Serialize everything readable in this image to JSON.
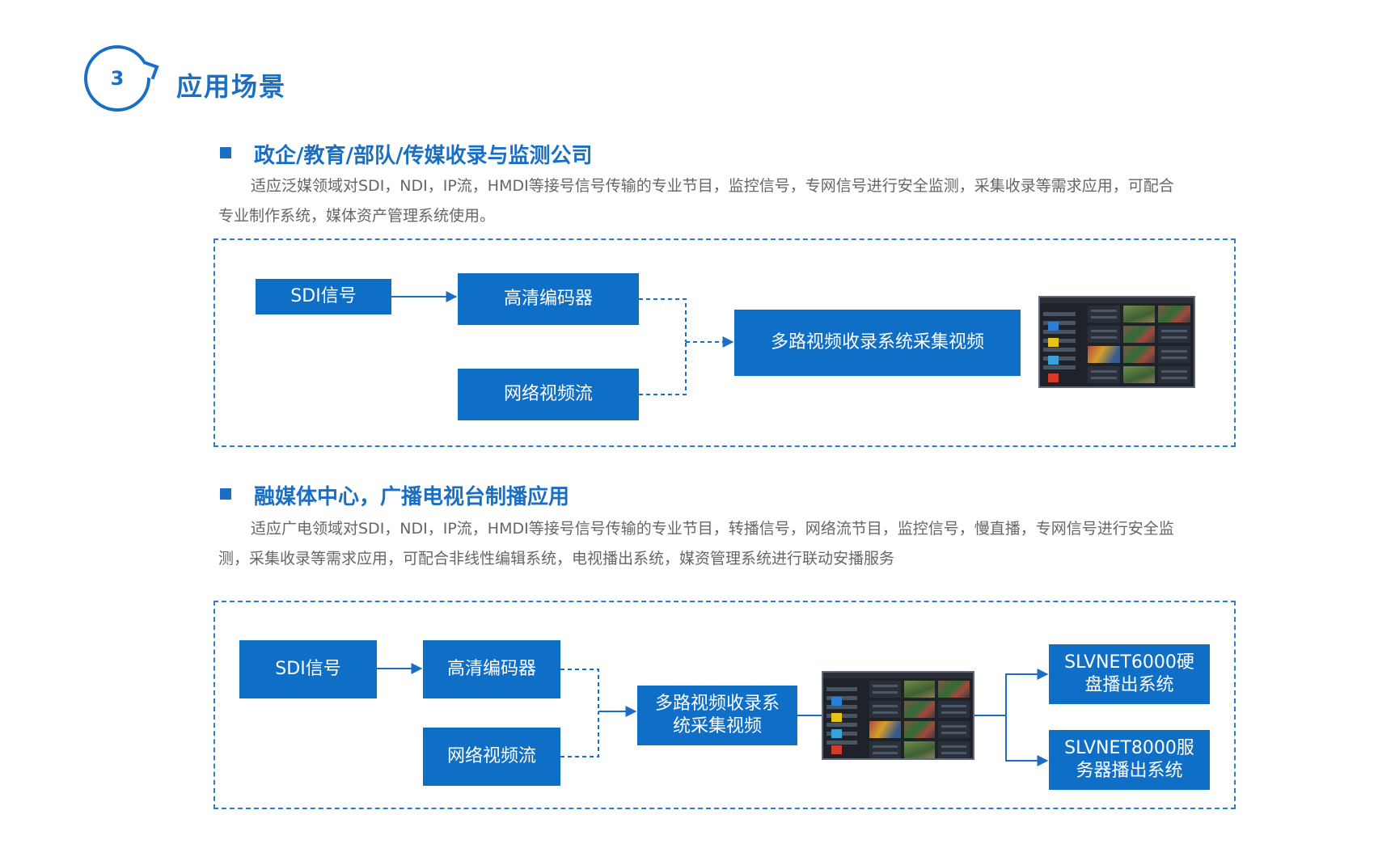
{
  "header": {
    "number": "3",
    "title": "应用场景"
  },
  "section1": {
    "title": "政企/教育/部队/传媒收录与监测公司",
    "desc_line1": "适应泛媒领域对SDI，NDI，IP流，HMDI等接号信号传输的专业节目，监控信号，专网信号进行安全监测，采集收录等需求应用，可配合",
    "desc_line2": "专业制作系统，媒体资产管理系统使用。",
    "diagram": {
      "sdi": "SDI信号",
      "encoder": "高清编码器",
      "stream": "网络视频流",
      "system": "多路视频收录系统采集视频"
    }
  },
  "section2": {
    "title": "融媒体中心，广播电视台制播应用",
    "desc_line1": "适应广电领域对SDI，NDI，IP流，HMDI等接号信号传输的专业节目，转播信号，网络流节目，监控信号，慢直播，专网信号进行安全监",
    "desc_line2": "测，采集收录等需求应用，可配合非线性编辑系统，电视播出系统，媒资管理系统进行联动安播服务",
    "diagram": {
      "sdi": "SDI信号",
      "encoder": "高清编码器",
      "stream": "网络视频流",
      "system_line1": "多路视频收录系",
      "system_line2": "统采集视频",
      "out1_line1": "SLVNET6000硬",
      "out1_line2": "盘播出系统",
      "out2_line1": "SLVNET8000服",
      "out2_line2": "务器播出系统"
    }
  },
  "colors": {
    "accent": "#1a6fc4",
    "box": "#0f6ec6",
    "text": "#666666"
  }
}
